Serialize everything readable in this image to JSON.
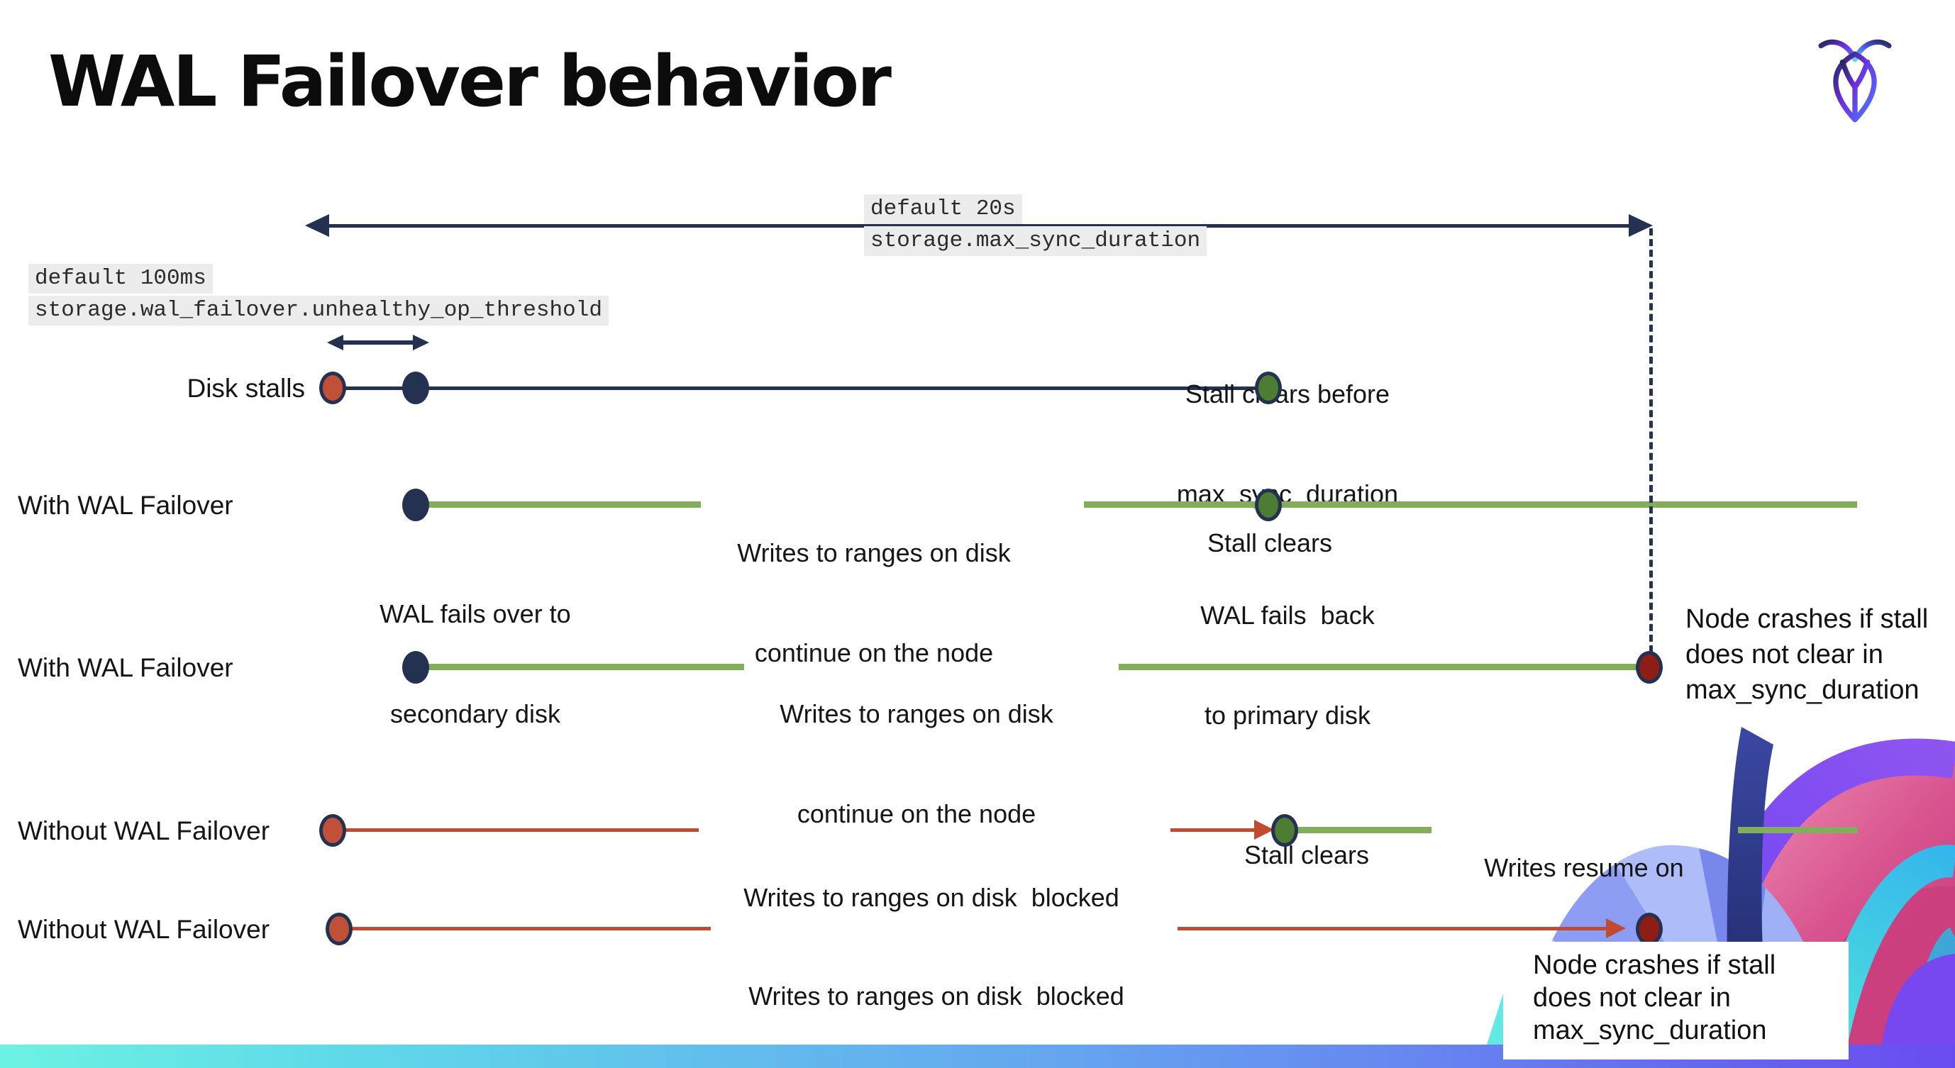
{
  "title": "WAL Failover behavior",
  "logo": {
    "name": "cockroach-logo"
  },
  "code_labels": {
    "max_sync_default": "default 20s",
    "max_sync_setting": "storage.max_sync_duration",
    "unhealthy_default": "default 100ms",
    "unhealthy_setting": "storage.wal_failover.unhealthy_op_threshold"
  },
  "row_labels": {
    "disk_stalls": "Disk stalls",
    "with_failover_1": "With WAL Failover",
    "with_failover_2": "With WAL Failover",
    "without_failover_1": "Without WAL Failover",
    "without_failover_2": "Without WAL Failover"
  },
  "annotations": {
    "stall_clears_before_1": "Stall clears before",
    "stall_clears_before_2": "max_sync_duration",
    "wal_fails_over_1": "WAL fails over to",
    "wal_fails_over_2": "secondary disk",
    "writes_continue_1": "Writes to ranges on disk",
    "writes_continue_2": "continue on the node",
    "stall_clears_mid": "Stall clears",
    "wal_fails_back_1": "WAL fails  back",
    "wal_fails_back_2": "to primary disk",
    "node_crashes_top_1": "Node crashes if stall",
    "node_crashes_top_2": "does not clear in",
    "node_crashes_top_3": "max_sync_duration",
    "writes_blocked": "Writes to ranges on disk  blocked",
    "stall_clears_bottom": "Stall clears",
    "writes_resume_1": "Writes resume on",
    "writes_resume_2": "the node",
    "node_crashes_bottom_1": "Node crashes if stall",
    "node_crashes_bottom_2": "does not clear in",
    "node_crashes_bottom_3": "max_sync_duration"
  },
  "colors": {
    "navy": "#243150",
    "green_line": "#82AE5B",
    "green_dot": "#4D7C33",
    "red_line": "#C04B31",
    "terracotta_dot": "#C05138",
    "dark_red_dot": "#8E1D15",
    "code_background": "#ECECEC",
    "bar_gradient_left": "#6CF2E2",
    "bar_gradient_right": "#6A4BF0"
  }
}
